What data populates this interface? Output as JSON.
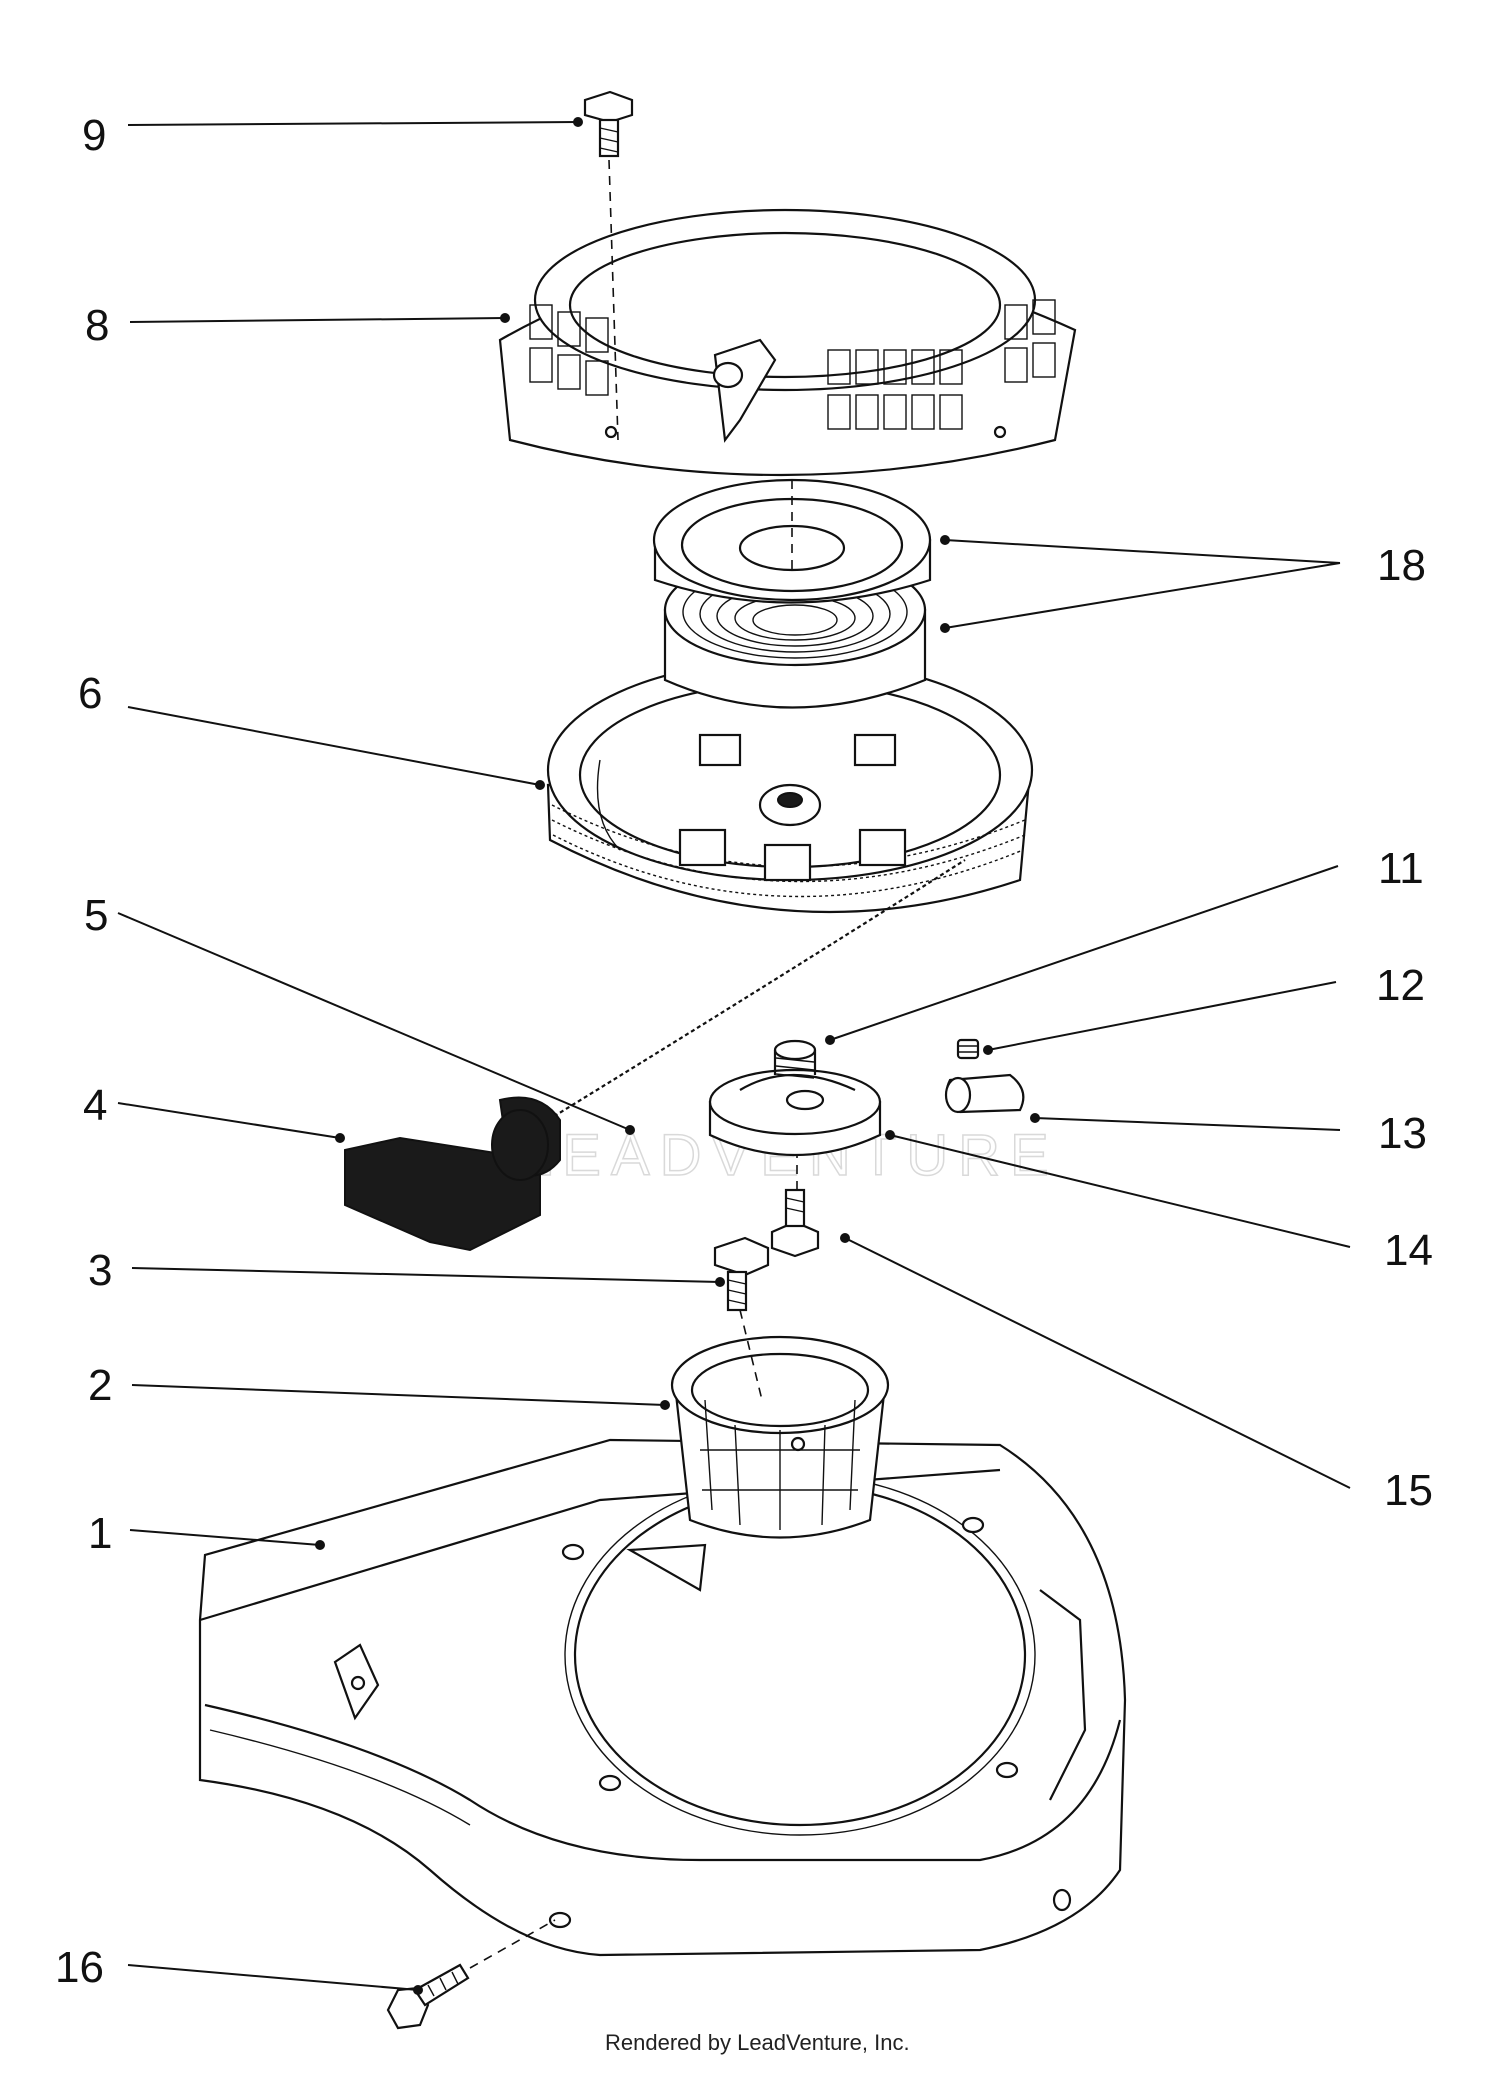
{
  "diagram": {
    "callouts": [
      {
        "id": "callout-9",
        "label": "9"
      },
      {
        "id": "callout-8",
        "label": "8"
      },
      {
        "id": "callout-18",
        "label": "18"
      },
      {
        "id": "callout-6",
        "label": "6"
      },
      {
        "id": "callout-11",
        "label": "11"
      },
      {
        "id": "callout-5",
        "label": "5"
      },
      {
        "id": "callout-12",
        "label": "12"
      },
      {
        "id": "callout-4",
        "label": "4"
      },
      {
        "id": "callout-13",
        "label": "13"
      },
      {
        "id": "callout-14",
        "label": "14"
      },
      {
        "id": "callout-3",
        "label": "3"
      },
      {
        "id": "callout-2",
        "label": "2"
      },
      {
        "id": "callout-15",
        "label": "15"
      },
      {
        "id": "callout-1",
        "label": "1"
      },
      {
        "id": "callout-16",
        "label": "16"
      }
    ],
    "watermark": "LEADVENTURE",
    "credit": "Rendered by LeadVenture, Inc."
  }
}
